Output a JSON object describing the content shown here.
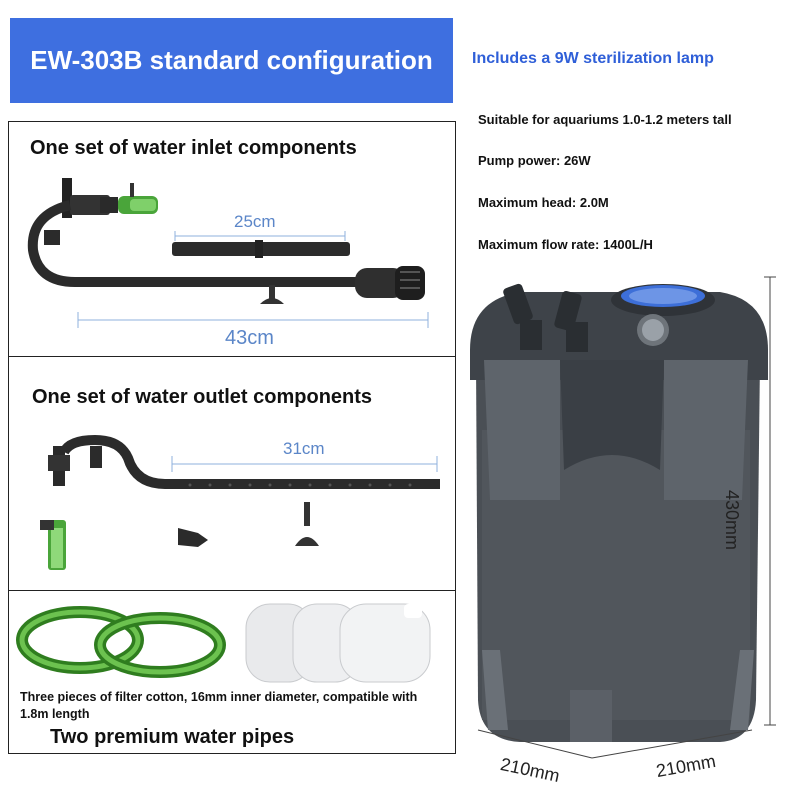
{
  "banner": {
    "title": "EW-303B standard configuration"
  },
  "lamp": "Includes a 9W sterilization lamp",
  "specs": [
    "Suitable for aquariums 1.0-1.2 meters tall",
    "Pump power: 26W",
    "Maximum head: 2.0M",
    "Maximum flow rate: 1400L/H"
  ],
  "inlet": {
    "title": "One set of water inlet components",
    "dim_short": "25cm",
    "dim_long": "43cm"
  },
  "outlet": {
    "title": "One set of water outlet components",
    "dim": "31cm"
  },
  "accessories": {
    "note": "Three pieces of filter cotton, 16mm inner diameter, compatible with 1.8m length",
    "pipes_label": "Two premium water pipes"
  },
  "filter": {
    "height": "430mm",
    "width": "210mm",
    "depth": "210mm"
  },
  "colors": {
    "banner": "#3e6fe0",
    "lamp_text": "#2f5fd8",
    "dimension_text": "#5b86c8",
    "body": "#4a4f55",
    "hose": "#3f9a2a"
  }
}
